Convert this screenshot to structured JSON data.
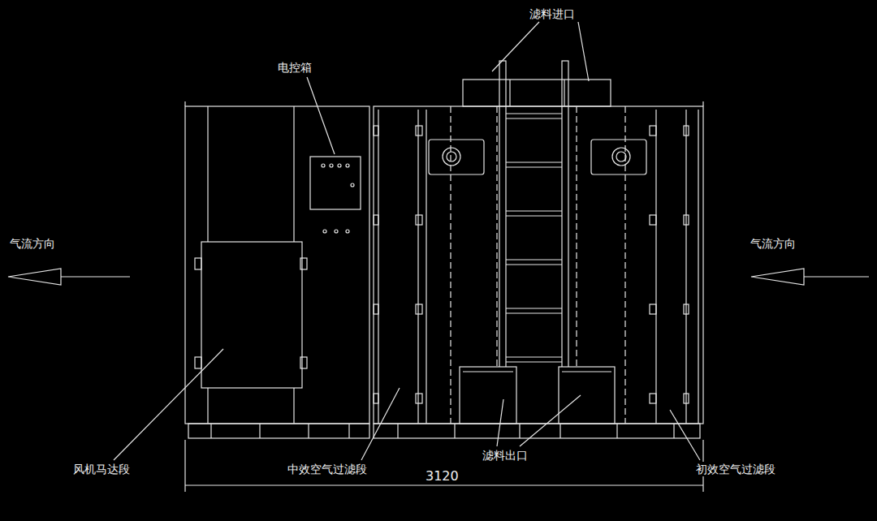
{
  "diagram": {
    "labels": [
      "滤料进口",
      "电控箱",
      "气流方向",
      "气流方向",
      "风机马达段",
      "中效空气过滤段",
      "滤料出口",
      "3120",
      "初效空气过滤段"
    ]
  }
}
